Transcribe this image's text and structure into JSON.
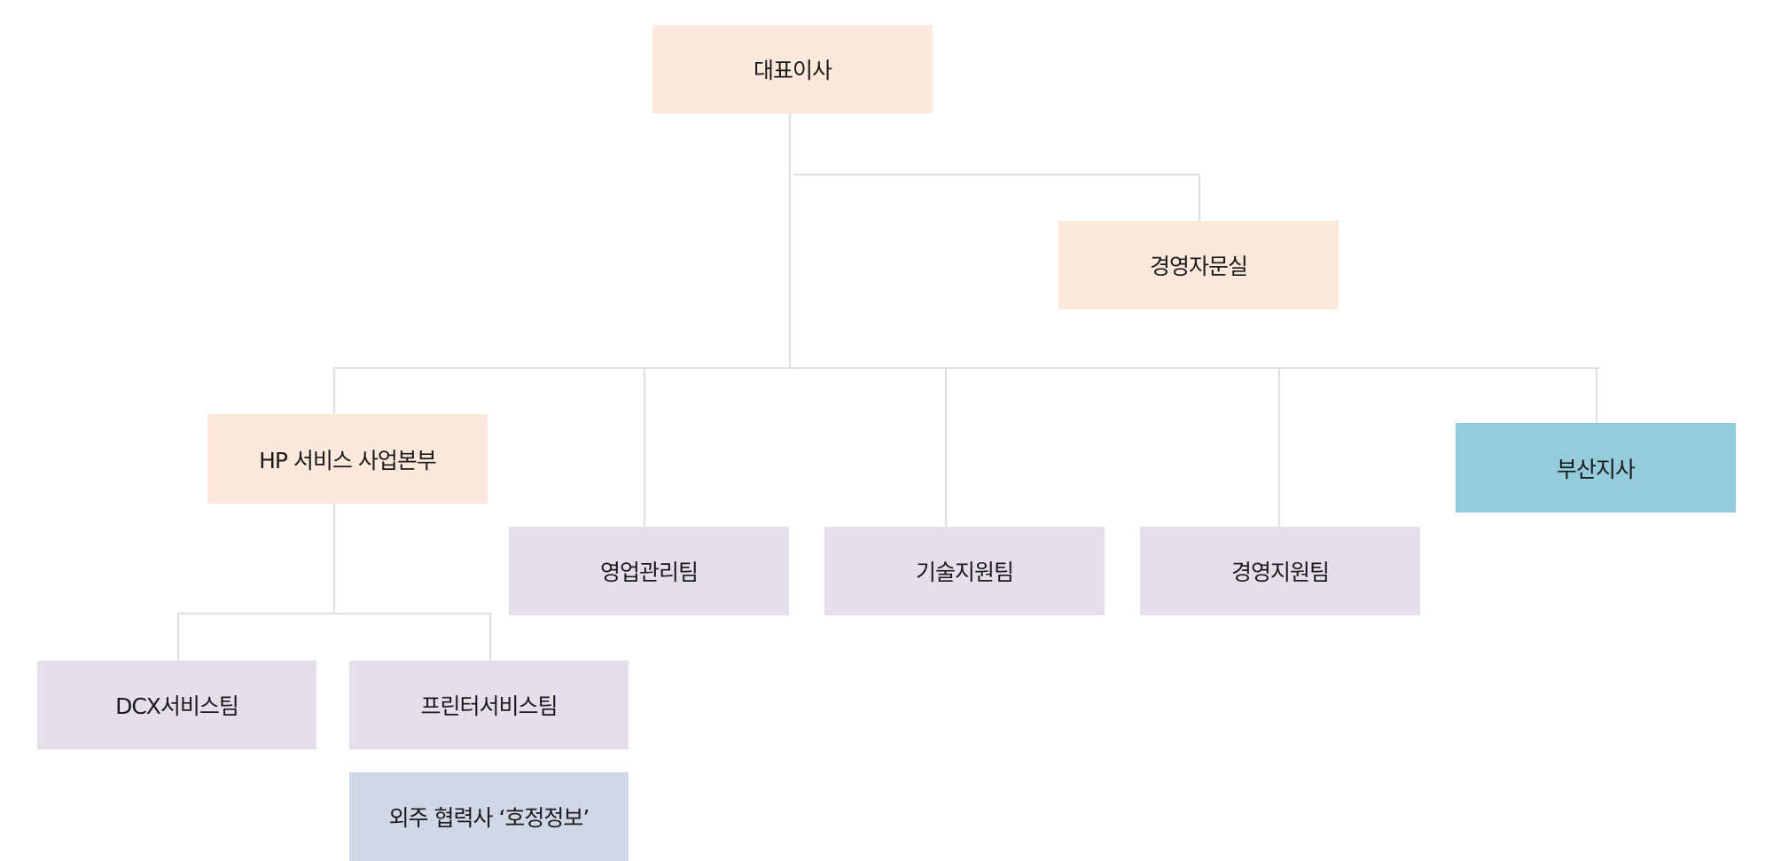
{
  "org_chart": {
    "ceo": "대표이사",
    "advisory": "경영자문실",
    "hp_division": "HP 서비스 사업본부",
    "sales_team": "영업관리팀",
    "tech_team": "기술지원팀",
    "management_team": "경영지원팀",
    "busan_branch": "부산지사",
    "dcx_team": "DCX서비스팀",
    "printer_team": "프린터서비스팀",
    "partner": "외주 협력사 ‘호정정보’"
  },
  "colors": {
    "executive": "#fde9dc",
    "team": "#e5dfeb",
    "branch": "#95ccdc",
    "partner": "#d0d7e6",
    "connector": "#e0e0e0"
  }
}
